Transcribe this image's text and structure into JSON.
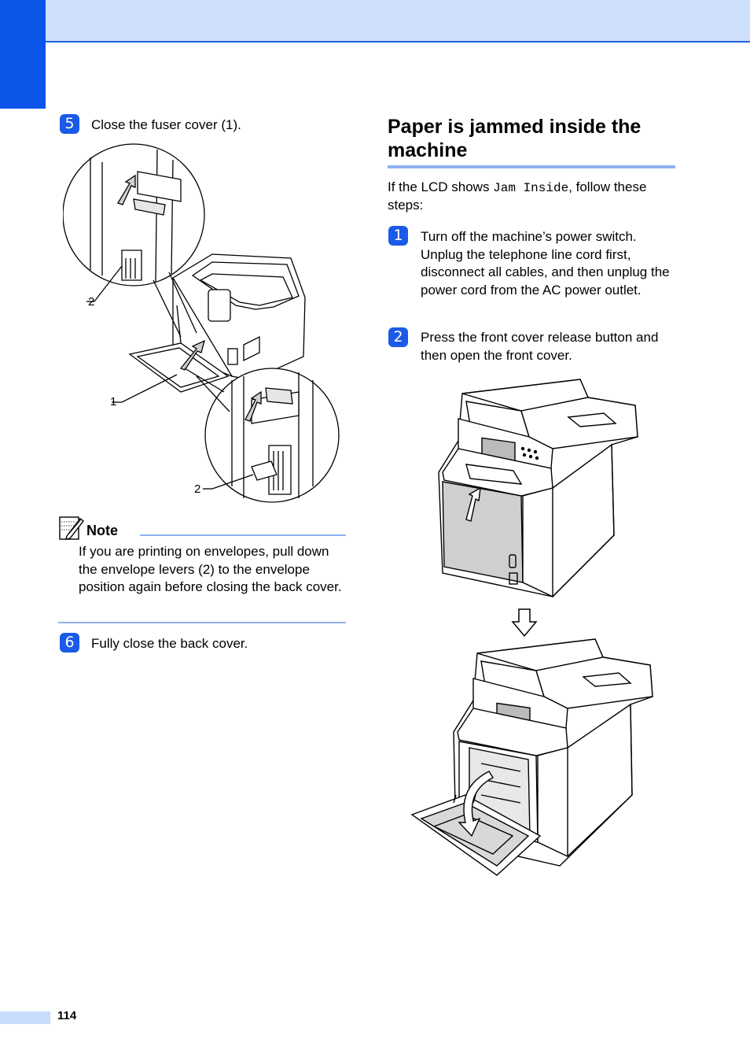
{
  "page_number": "114",
  "left_column": {
    "step5": {
      "number": "5",
      "text": "Close the fuser cover (1)."
    },
    "callouts": [
      "2",
      "1",
      "2"
    ],
    "note": {
      "title": "Note",
      "body": "If you are printing on envelopes, pull down the envelope levers (2) to the envelope position again before closing the back cover."
    },
    "step6": {
      "number": "6",
      "text": "Fully close the back cover."
    }
  },
  "right_column": {
    "heading": "Paper is jammed inside the machine",
    "intro_before": "If the LCD shows ",
    "intro_code": "Jam Inside",
    "intro_after": ", follow these steps:",
    "step1": {
      "number": "1",
      "text": "Turn off the machine’s power switch. Unplug the telephone line cord first, disconnect all cables, and then unplug the power cord from the AC power outlet."
    },
    "step2": {
      "number": "2",
      "text": "Press the front cover release button and then open the front cover."
    }
  }
}
